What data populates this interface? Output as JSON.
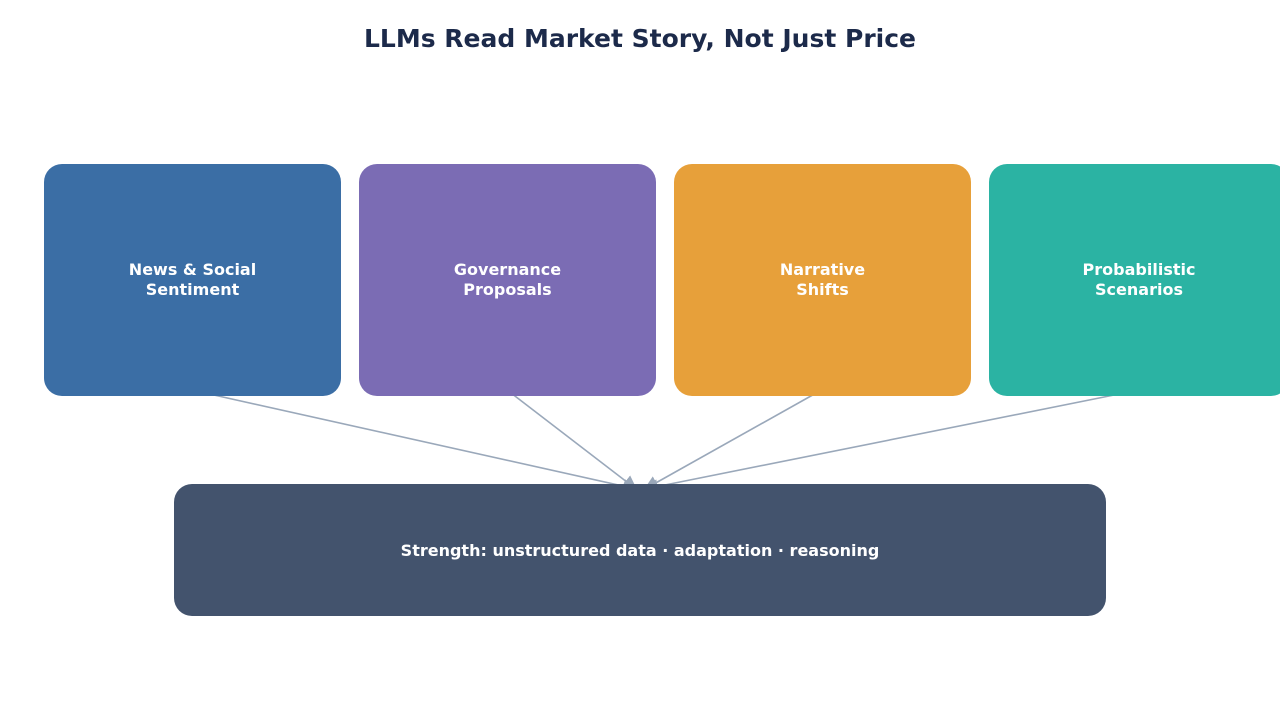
{
  "title": "LLMs Read Market Story, Not Just Price",
  "inputs": [
    {
      "label": "News & Social\nSentiment",
      "color": "#3b6ea5"
    },
    {
      "label": "Governance\nProposals",
      "color": "#7b6cb4"
    },
    {
      "label": "Narrative\nShifts",
      "color": "#e7a03a"
    },
    {
      "label": "Probabilistic\nScenarios",
      "color": "#2bb3a3"
    }
  ],
  "summary": {
    "label": "Strength: unstructured data · adaptation · reasoning",
    "color": "#43536d"
  },
  "connector_color": "#9aa8ba"
}
